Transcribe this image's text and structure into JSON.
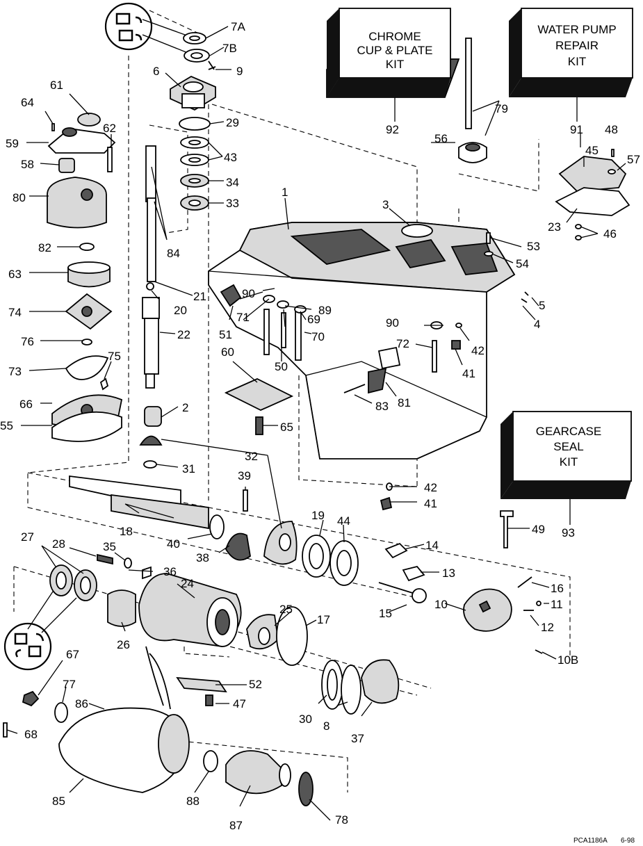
{
  "kits": {
    "chrome": [
      "CHROME",
      "CUP & PLATE",
      "KIT"
    ],
    "water_pump": [
      "WATER PUMP",
      "REPAIR",
      "KIT"
    ],
    "gearcase_seal": [
      "GEARCASE",
      "SEAL",
      "KIT"
    ]
  },
  "labels": {
    "l7a": "7A",
    "l7b": "7B",
    "l9": "9",
    "l6": "6",
    "l29": "29",
    "l43": "43",
    "l34": "34",
    "l33": "33",
    "l84": "84",
    "l21": "21",
    "l20": "20",
    "l22": "22",
    "l2": "2",
    "l32": "32",
    "l31": "31",
    "l61": "61",
    "l64": "64",
    "l62": "62",
    "l59": "59",
    "l58": "58",
    "l80": "80",
    "l82": "82",
    "l63": "63",
    "l74": "74",
    "l76": "76",
    "l73": "73",
    "l75": "75",
    "l66": "66",
    "l55": "55",
    "l1": "1",
    "l3": "3",
    "l92": "92",
    "l79": "79",
    "l56": "56",
    "l91": "91",
    "l48": "48",
    "l45": "45",
    "l57": "57",
    "l23": "23",
    "l46": "46",
    "l53": "53",
    "l54": "54",
    "l5": "5",
    "l4": "4",
    "l90a": "90",
    "l89": "89",
    "l71": "71",
    "l69": "69",
    "l51": "51",
    "l70": "70",
    "l90b": "90",
    "l42a": "42",
    "l72": "72",
    "l41a": "41",
    "l50": "50",
    "l60": "60",
    "l83": "83",
    "l81": "81",
    "l65": "65",
    "l42b": "42",
    "l41b": "41",
    "l49": "49",
    "l93": "93",
    "l39": "39",
    "l18": "18",
    "l40": "40",
    "l38": "38",
    "l19": "19",
    "l44": "44",
    "l14": "14",
    "l13": "13",
    "l16": "16",
    "l11": "11",
    "l10": "10",
    "l12": "12",
    "l15": "15",
    "l10b": "10B",
    "l27": "27",
    "l28": "28",
    "l35": "35",
    "l36": "36",
    "l24": "24",
    "l25": "25",
    "l17": "17",
    "l26": "26",
    "l67": "67",
    "l52": "52",
    "l77": "77",
    "l86": "86",
    "l47": "47",
    "l30": "30",
    "l8": "8",
    "l37": "37",
    "l68": "68",
    "l85": "85",
    "l88": "88",
    "l87": "87",
    "l78": "78"
  },
  "drawing_code": "PCA1186A",
  "drawing_date": "6-98"
}
